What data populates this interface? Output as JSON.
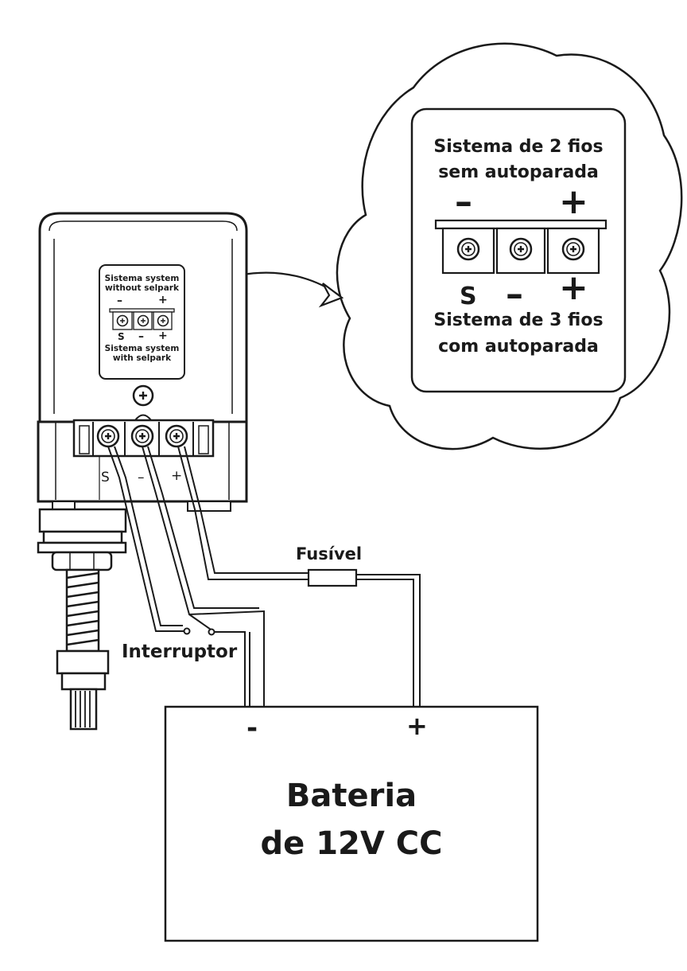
{
  "cloud": {
    "title_2wire_line1": "Sistema de 2 fios",
    "title_2wire_line2": "sem autoparada",
    "top_minus": "–",
    "top_plus": "+",
    "bottom_s": "S",
    "bottom_minus": "–",
    "bottom_plus": "+",
    "title_3wire_line1": "Sistema de 3 fios",
    "title_3wire_line2": "com autoparada"
  },
  "motor_label": {
    "line1": "Sistema system",
    "line2": "without selpark",
    "top_minus": "–",
    "top_plus": "+",
    "s": "S",
    "minus": "–",
    "plus": "+",
    "line3": "Sistema system",
    "line4": "with selpark"
  },
  "terminals": {
    "s": "S",
    "minus": "–",
    "plus": "+"
  },
  "fuse_label": "Fusível",
  "switch_label": "Interruptor",
  "battery": {
    "minus": "-",
    "plus": "+",
    "line1": "Bateria",
    "line2": "de 12V CC"
  },
  "colors": {
    "line": "#1a1a1a",
    "panel": "#ffffff"
  }
}
